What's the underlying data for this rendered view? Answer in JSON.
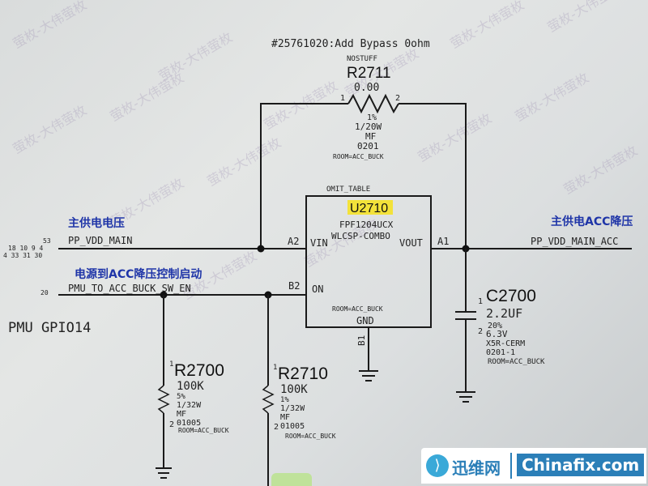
{
  "note": "#25761020:Add Bypass 0ohm",
  "watermark_text": "萤枚-大伟萤枚",
  "r2711": {
    "stuff": "NOSTUFF",
    "ref": "R2711",
    "value": "0.00",
    "pin1": "1",
    "pin2": "2",
    "tol": "1%",
    "power": "1/20W",
    "type": "MF",
    "pkg": "0201",
    "room": "ROOM=ACC_BUCK"
  },
  "u2710": {
    "omit": "OMIT_TABLE",
    "ref": "U2710",
    "part": "FPF1204UCX",
    "pkg": "WLCSP-COMBO",
    "pin_vin": "VIN",
    "pin_vout": "VOUT",
    "pin_on": "ON",
    "pin_gnd": "GND",
    "ball_a2": "A2",
    "ball_a1": "A1",
    "ball_b2": "B2",
    "ball_b1": "B1",
    "room": "ROOM=ACC_BUCK",
    "highlight_color": "#f3e23a"
  },
  "nets": {
    "left_label_cn": "主供电电压",
    "left_net": "PP_VDD_MAIN",
    "left_pins_row1": "18  10  9  4",
    "left_pins_row2": "4  33  31  30",
    "left_pin_53": "53",
    "right_label_cn": "主供电ACC降压",
    "right_net": "PP_VDD_MAIN_ACC",
    "enable_label_cn": "电源到ACC降压控制启动",
    "enable_net": "PMU_TO_ACC_BUCK_SW_EN",
    "enable_pin": "20",
    "gpio": "PMU GPIO14"
  },
  "c2700": {
    "ref": "C2700",
    "value": "2.2UF",
    "pin1": "1",
    "pin2": "2",
    "tol": "20%",
    "volt": "6.3V",
    "diel": "X5R-CERM",
    "pkg": "0201-1",
    "room": "ROOM=ACC_BUCK"
  },
  "r2700": {
    "ref": "R2700",
    "value": "100K",
    "pin1": "1",
    "pin2": "2",
    "tol": "5%",
    "power": "1/32W",
    "type": "MF",
    "pkg": "01005",
    "room": "ROOM=ACC_BUCK"
  },
  "r2710": {
    "ref": "R2710",
    "value": "100K",
    "pin1": "1",
    "pin2": "2",
    "tol": "1%",
    "power": "1/32W",
    "type": "MF",
    "pkg": "01005",
    "room": "ROOM=ACC_BUCK"
  },
  "badge": {
    "logo": "⟩",
    "cn": "迅维网",
    "en": "Chinafix.com"
  }
}
